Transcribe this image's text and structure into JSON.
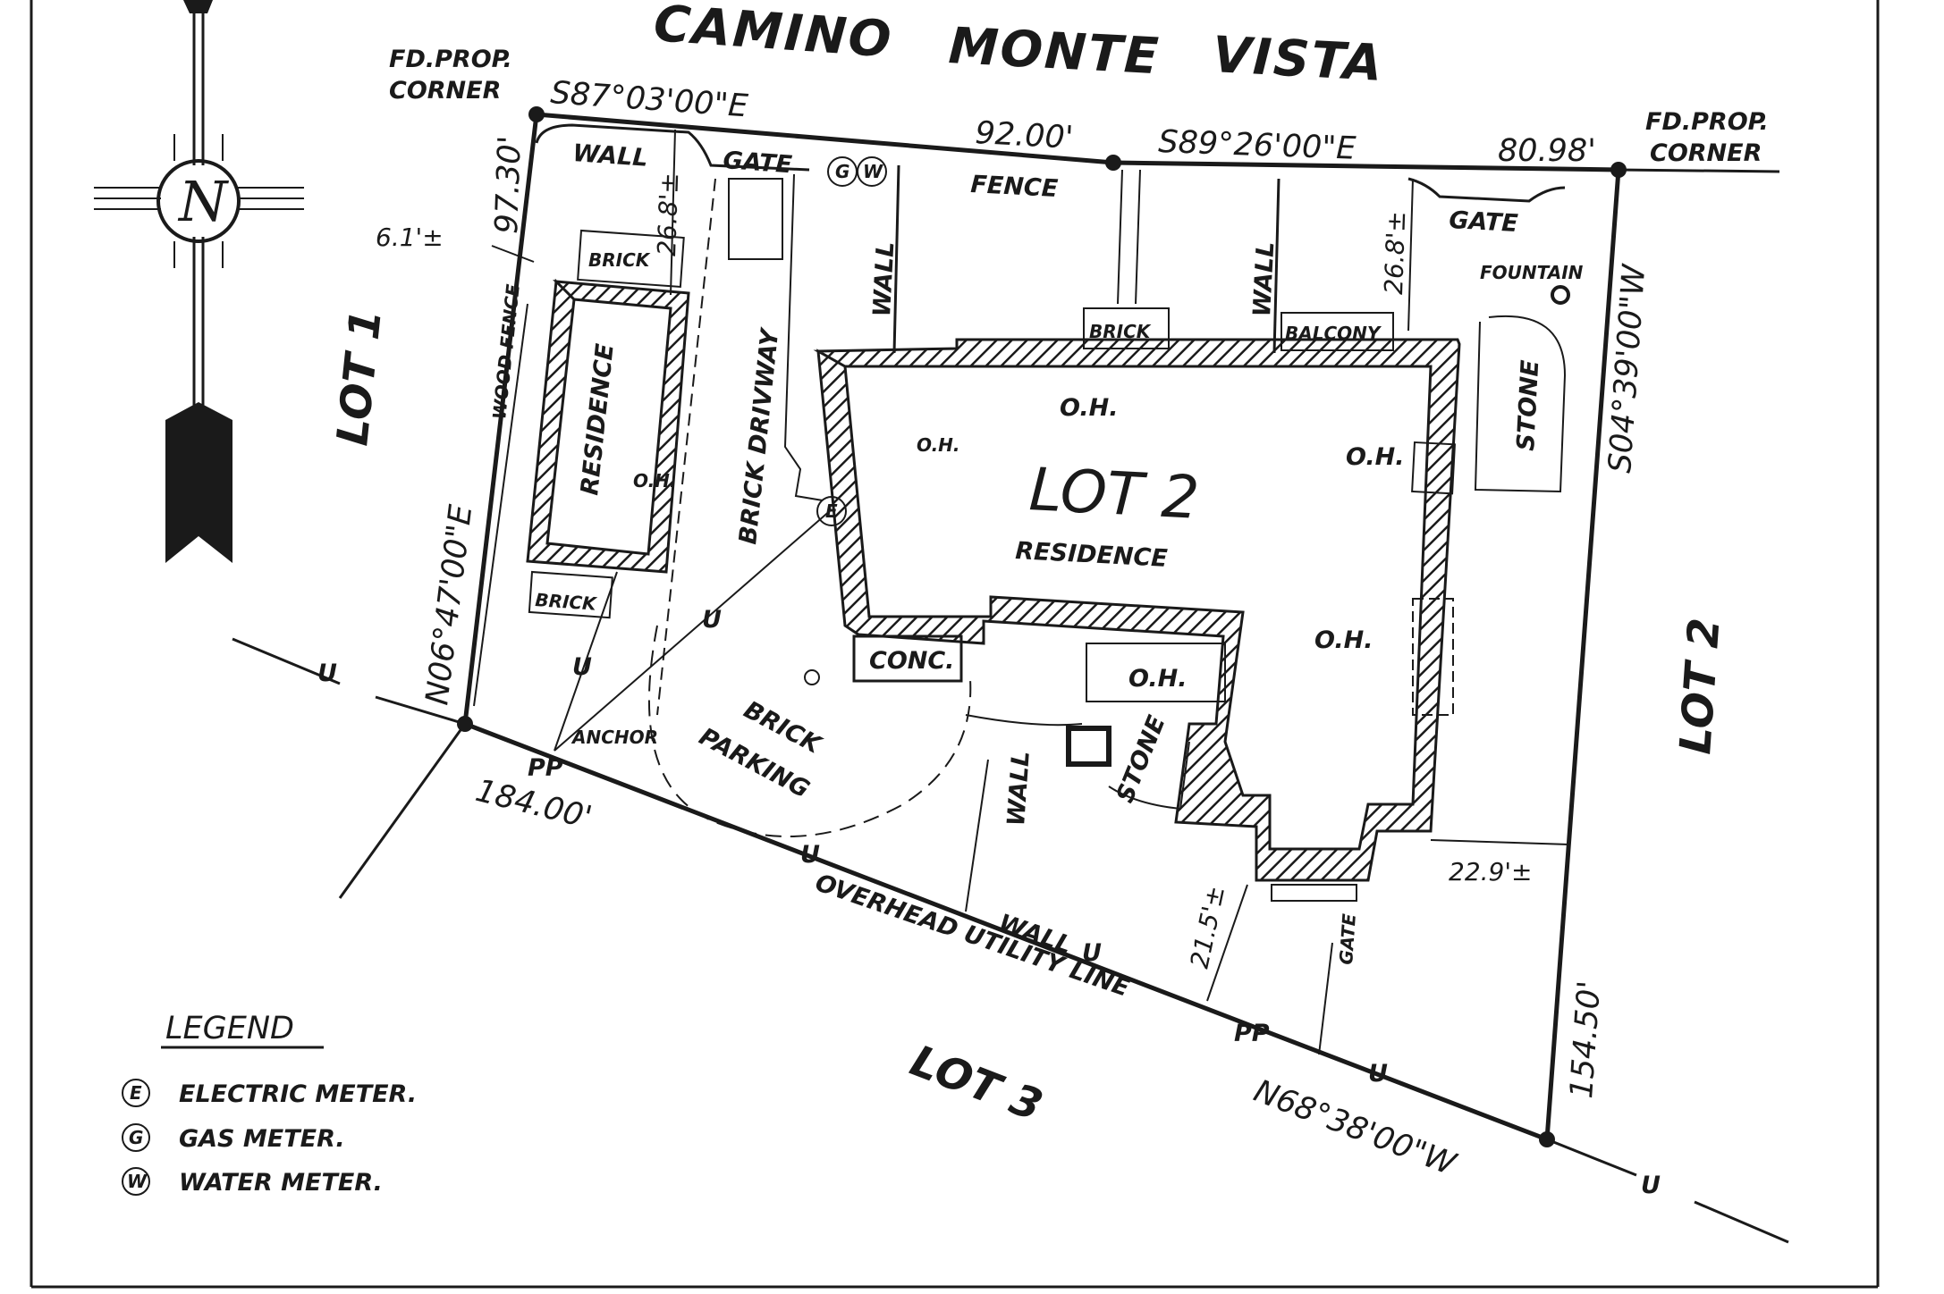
{
  "street": {
    "part1": "CAMINO",
    "part2": "MONTE",
    "part3": "VISTA"
  },
  "corners": {
    "nw": {
      "line1": "FD.PROP.",
      "line2": "CORNER"
    },
    "ne": {
      "line1": "FD.PROP.",
      "line2": "CORNER"
    }
  },
  "bearings": {
    "north_west": "S87°03'00\"E",
    "north_east": "S89°26'00\"E",
    "east": "S04°39'00\"W",
    "south": "N68°38'00\"W",
    "west": "N06°47'00\"E"
  },
  "distances": {
    "north_west": "92.00'",
    "north_east": "80.98'",
    "west_top": "97.30'",
    "east": "154.50'",
    "south": "184.00'"
  },
  "offsets": {
    "o1": "6.1'±",
    "o2": "26.8'±",
    "o3": "26.8'±",
    "o4": "22.9'±",
    "o5": "21.5'±"
  },
  "lots": {
    "lot1": "LOT 1",
    "lot2_title": "LOT 2",
    "lot2_sub": "RESIDENCE",
    "lot2_east": "LOT 2",
    "lot3": "LOT 3"
  },
  "features": {
    "wall": "WALL",
    "gate": "GATE",
    "fence": "FENCE",
    "brick": "BRICK",
    "balcony": "BALCONY",
    "fountain": "FOUNTAIN",
    "stone": "STONE",
    "residence": "RESIDENCE",
    "brick_driveway": "BRICK DRIVWAY",
    "wood_fence": "WOOD FENCE",
    "oh": "O.H.",
    "conc": "CONC.",
    "brick_parking_1": "BRICK",
    "brick_parking_2": "PARKING",
    "anchor": "ANCHOR",
    "pp": "PP",
    "utility_line": "OVERHEAD UTILITY LINE",
    "u": "U"
  },
  "north_arrow": {
    "letter": "N"
  },
  "meter_symbols": {
    "g": "G",
    "w": "W",
    "e": "E"
  },
  "legend": {
    "title": "LEGEND",
    "items": [
      {
        "symbol": "E",
        "label": "ELECTRIC METER."
      },
      {
        "symbol": "G",
        "label": "GAS METER."
      },
      {
        "symbol": "W",
        "label": "WATER METER."
      }
    ]
  }
}
